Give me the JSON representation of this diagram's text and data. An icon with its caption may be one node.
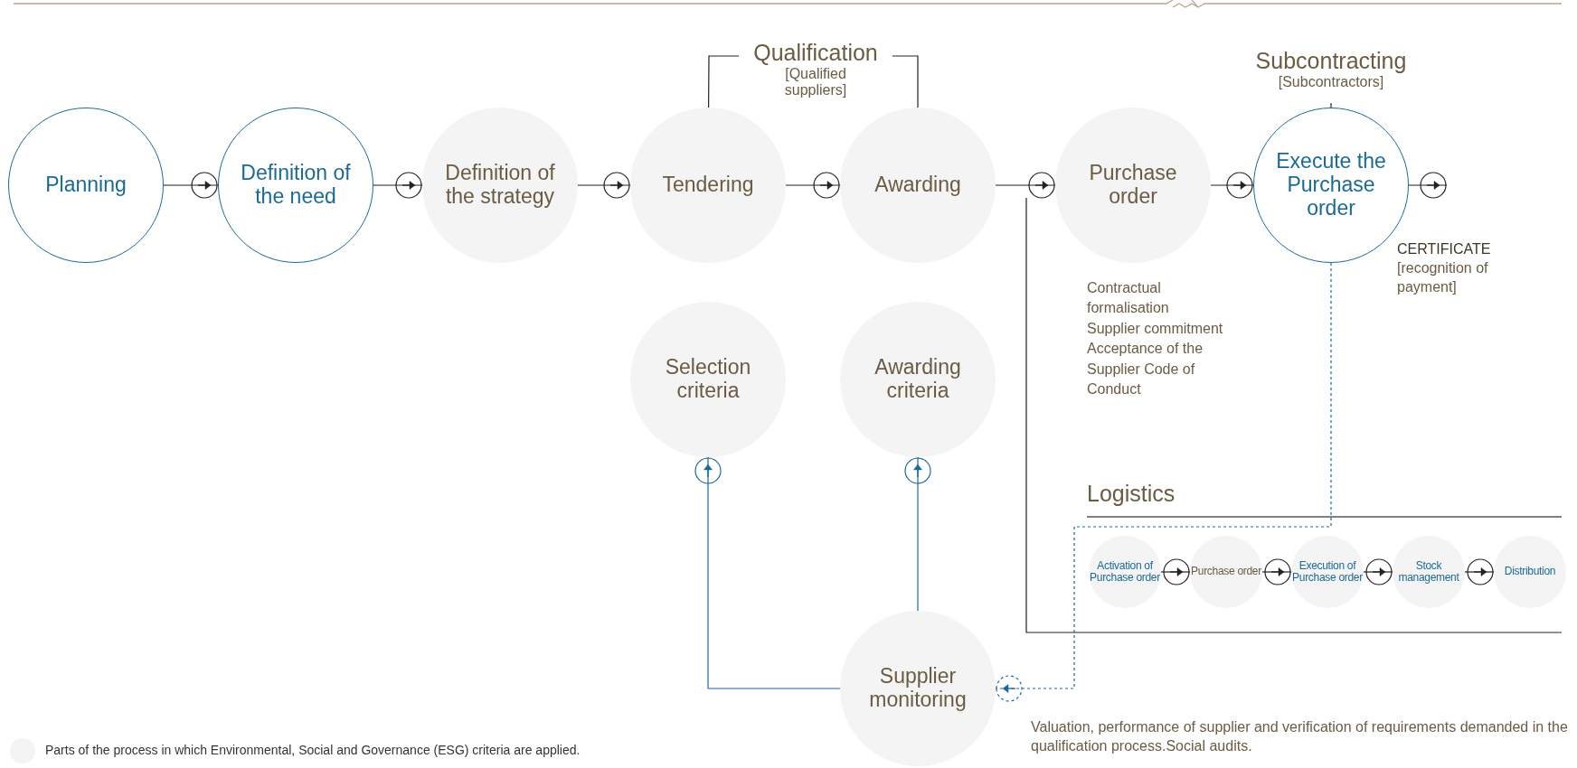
{
  "diagram": {
    "nodes": [
      {
        "text": [
          "Planning"
        ]
      },
      {
        "text": [
          "Definition of the need"
        ]
      },
      {
        "text": [
          "Definition of the strategy"
        ]
      },
      {
        "text": [
          "Tendering"
        ]
      },
      {
        "text": [
          "Awarding"
        ]
      },
      {
        "text": [
          "Purchase order"
        ],
        "beside": [
          "Contractual formalisation",
          "Supplier commitment",
          "Acceptance of the Supplier Code of Conduct"
        ]
      },
      {
        "text": [
          "Execute the Purchase order"
        ]
      },
      {
        "text": [
          "Qualification",
          "[Qualified suppliers]"
        ]
      },
      {
        "text": [
          "Subcontracting",
          "[Subcontractors]"
        ]
      },
      {
        "text": [
          "Selection criteria"
        ]
      },
      {
        "text": [
          "Awarding criteria"
        ]
      },
      {
        "text": [
          "Activation of Purchase order"
        ]
      },
      {
        "text": [
          "Purchase order"
        ]
      },
      {
        "text": [
          "Execution of Purchase order"
        ]
      },
      {
        "text": [
          "Stock management"
        ]
      },
      {
        "text": [
          "Distribution"
        ]
      },
      {
        "text": [
          "Supplier monitoring"
        ]
      }
    ],
    "edges": [
      {
        "from": 0,
        "to": 1,
        "arrow": "to"
      },
      {
        "from": 1,
        "to": 2,
        "arrow": "to"
      },
      {
        "from": 2,
        "to": 3,
        "arrow": "to"
      },
      {
        "from": 3,
        "to": 4,
        "arrow": "to"
      },
      {
        "from": 4,
        "to": 5,
        "arrow": "to"
      },
      {
        "from": 5,
        "to": 6,
        "arrow": "to"
      },
      {
        "from": 6,
        "to": null,
        "arrow": "to"
      },
      {
        "from": 7,
        "to": 3,
        "arrow": "other"
      },
      {
        "from": 7,
        "to": 4,
        "arrow": "other"
      },
      {
        "from": 8,
        "to": 6,
        "arrow": "other"
      },
      {
        "from": 16,
        "to": 9,
        "arrow": "to",
        "color": "#1a6a96"
      },
      {
        "from": 16,
        "to": 10,
        "arrow": "to",
        "color": "#1a6a96"
      },
      {
        "from": 6,
        "to": 16,
        "arrow": "to",
        "style": "dashed",
        "color": "#1a6a96"
      },
      {
        "from": 11,
        "to": 12,
        "arrow": "to"
      },
      {
        "from": 12,
        "to": 13,
        "arrow": "to"
      },
      {
        "from": 13,
        "to": 14,
        "arrow": "to"
      },
      {
        "from": 14,
        "to": 15,
        "arrow": "to"
      }
    ],
    "labels": [
      "CERTIFICATE",
      "[recognition of payment]",
      "Logistics",
      "Valuation, performance of supplier and verification of requirements demanded in the qualification process.Social audits."
    ],
    "legend": [
      {
        "text": "Parts of the process in which Environmental, Social and Governance (ESG) criteria are applied.",
        "color": "#f4f4f4"
      }
    ]
  }
}
